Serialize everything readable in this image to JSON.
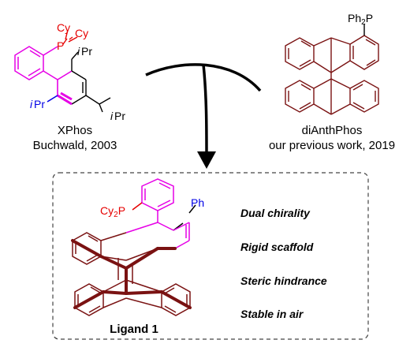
{
  "xphos": {
    "cy_top": "Cy",
    "cy_right": "Cy",
    "p_atom": "P",
    "ipr_top_i": "i",
    "ipr_top_pr": "Pr",
    "ipr_left_i": "i",
    "ipr_left_pr": "Pr",
    "ipr_para_i": "i",
    "ipr_para_pr": "Pr",
    "name": "XPhos",
    "source": "Buchwald, 2003"
  },
  "dianthphos": {
    "ph2p": "Ph",
    "ph2p_sub": "2",
    "ph2p_p": "P",
    "name": "diAnthPhos",
    "source": "our previous work, 2019"
  },
  "ligand": {
    "cy2p": "Cy",
    "cy2p_sub": "2",
    "cy2p_p": "P",
    "ph": "Ph",
    "name": "Ligand 1"
  },
  "features": [
    "Dual chirality",
    "Rigid scaffold",
    "Steric hindrance",
    "Stable in air"
  ],
  "colors": {
    "magenta": "#e600e6",
    "phosphorus_red": "#e60000",
    "isopropyl_blue": "#0000e6",
    "scaffold_brown": "#7a1212",
    "bond_black": "#000000"
  }
}
